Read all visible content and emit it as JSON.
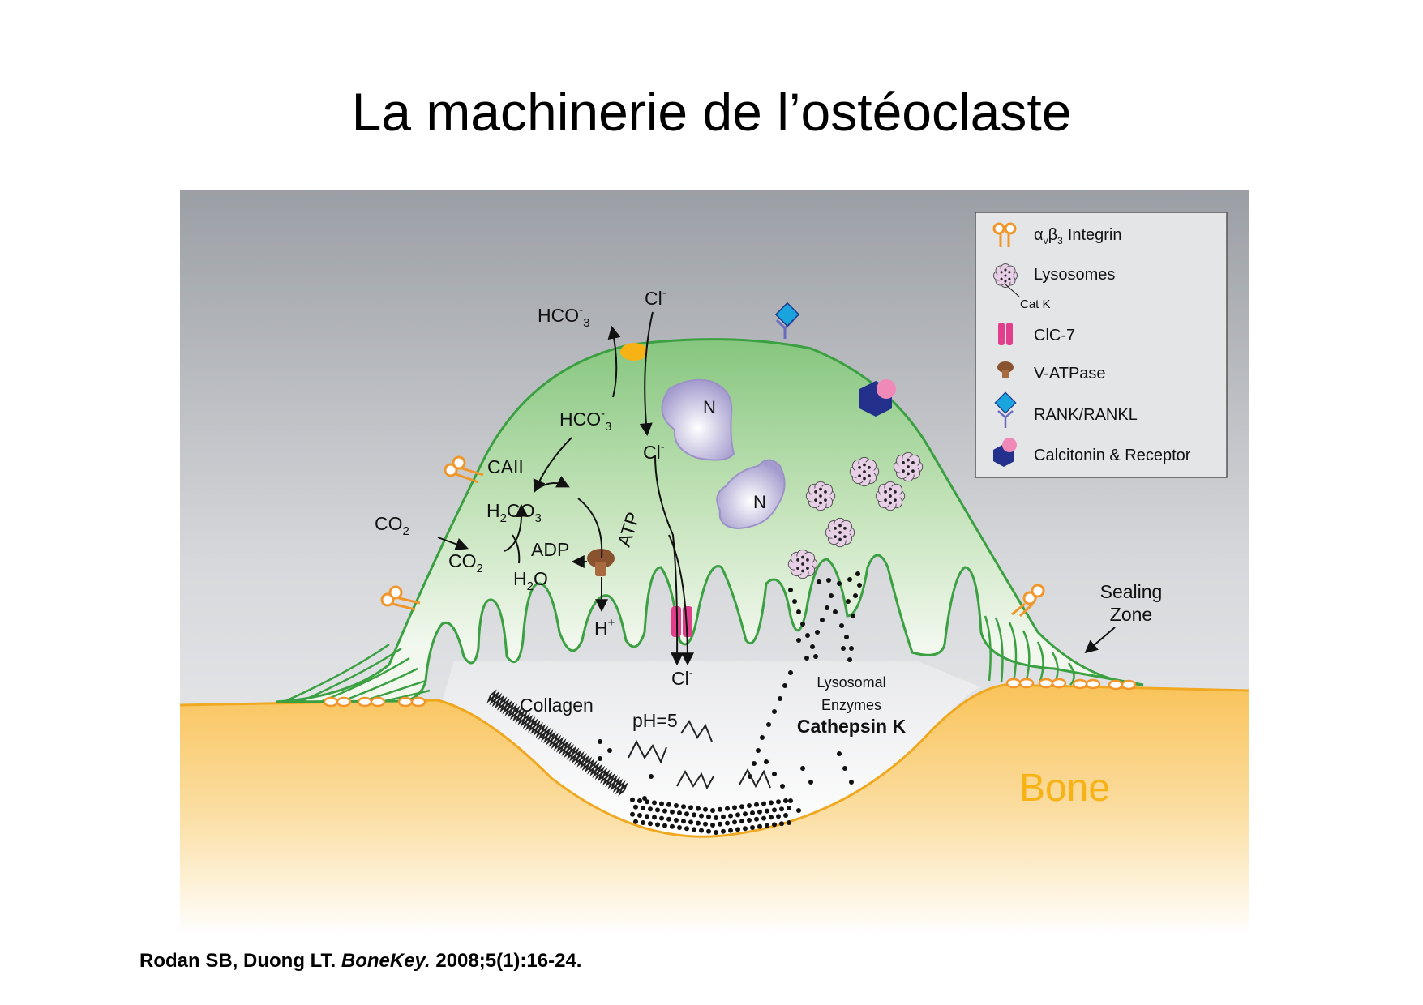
{
  "title": "La machinerie de l’ostéoclaste",
  "citation": {
    "authors": "Rodan SB, Duong LT.",
    "journal": "BoneKey.",
    "ref": "2008;5(1):16-24."
  },
  "legend": {
    "integrin_alpha": "α",
    "integrin_v": "v",
    "integrin_beta": "β",
    "integrin_3": "3",
    "integrin_text": "Integrin",
    "lysosomes": "Lysosomes",
    "cat_k": "Cat K",
    "clc7": "ClC-7",
    "vatpase": "V-ATPase",
    "rank": "RANK/RANKL",
    "calcitonin": "Calcitonin & Receptor"
  },
  "labels": {
    "hco3": "HCO",
    "hco3_sup": "-",
    "hco3_sub": "3",
    "cl": "Cl",
    "cl_sup": "-",
    "nucleus": "N",
    "caii": "CAII",
    "h2co3_h": "H",
    "h2co3_2": "2",
    "h2co3_co": "CO",
    "h2co3_3": "3",
    "co2": "CO",
    "co2_sub": "2",
    "adp": "ADP",
    "atp": "ATP",
    "h2o_h": "H",
    "h2o_2": "2",
    "h2o_o": "O",
    "hplus": "H",
    "hplus_sup": "+",
    "sealing_zone_1": "Sealing",
    "sealing_zone_2": "Zone",
    "collagen": "Collagen",
    "ph": "pH=5",
    "lysosomal": "Lysosomal",
    "enzymes": "Enzymes",
    "cathepsin": "Cathepsin K",
    "bone": "Bone"
  },
  "colors": {
    "membrane": "#3aa041",
    "bone": "#f8b830",
    "integrin": "#f0962a",
    "clc7": "#e23e8c",
    "rank": "#1aa4de",
    "calcitonin": "#23318c",
    "nucleus": "#a59bcf"
  }
}
